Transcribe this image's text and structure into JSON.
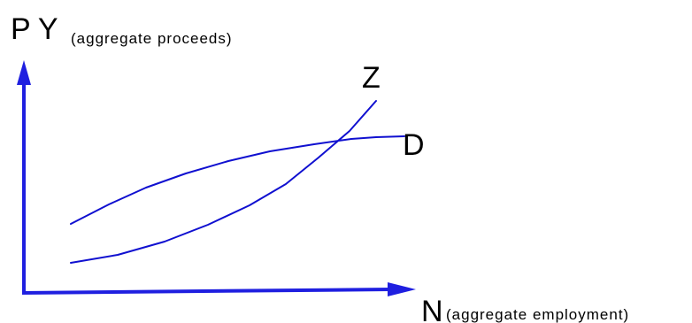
{
  "y_axis": {
    "symbol": "P Y",
    "description": "(aggregate proceeds)"
  },
  "x_axis": {
    "symbol": "N",
    "description": "(aggregate employment)"
  },
  "curves": [
    {
      "label": "Z"
    },
    {
      "label": "D"
    }
  ],
  "colors": {
    "axis": "#1f1fe0",
    "curve": "#1010d0",
    "text": "#000000"
  }
}
